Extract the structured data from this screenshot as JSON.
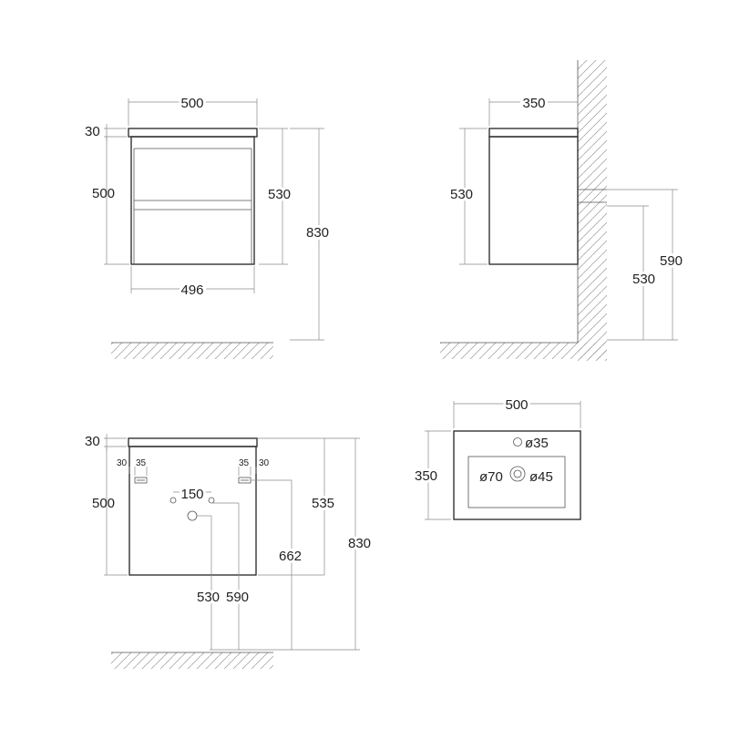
{
  "front_view": {
    "width_top": "500",
    "countertop_thickness": "30",
    "cabinet_height": "500",
    "body_height": "530",
    "total_height": "830",
    "width_bottom": "496"
  },
  "side_view": {
    "depth": "350",
    "body_height": "530",
    "pipe_height": "590",
    "floor_to_cabinet": "530"
  },
  "back_view": {
    "countertop_thickness": "30",
    "bracket_edge_left": "30",
    "bracket_width_left": "35",
    "bracket_width_right": "35",
    "bracket_edge_right": "30",
    "hole_spacing": "150",
    "cabinet_height": "500",
    "bracket_drop": "535",
    "total_height": "830",
    "drain_height": "662",
    "floor_to_hole": "530",
    "floor_to_bracket": "590"
  },
  "basin_top_view": {
    "width": "500",
    "depth": "350",
    "tap_hole": "ø35",
    "drain_outer": "ø70",
    "drain_inner": "ø45"
  }
}
